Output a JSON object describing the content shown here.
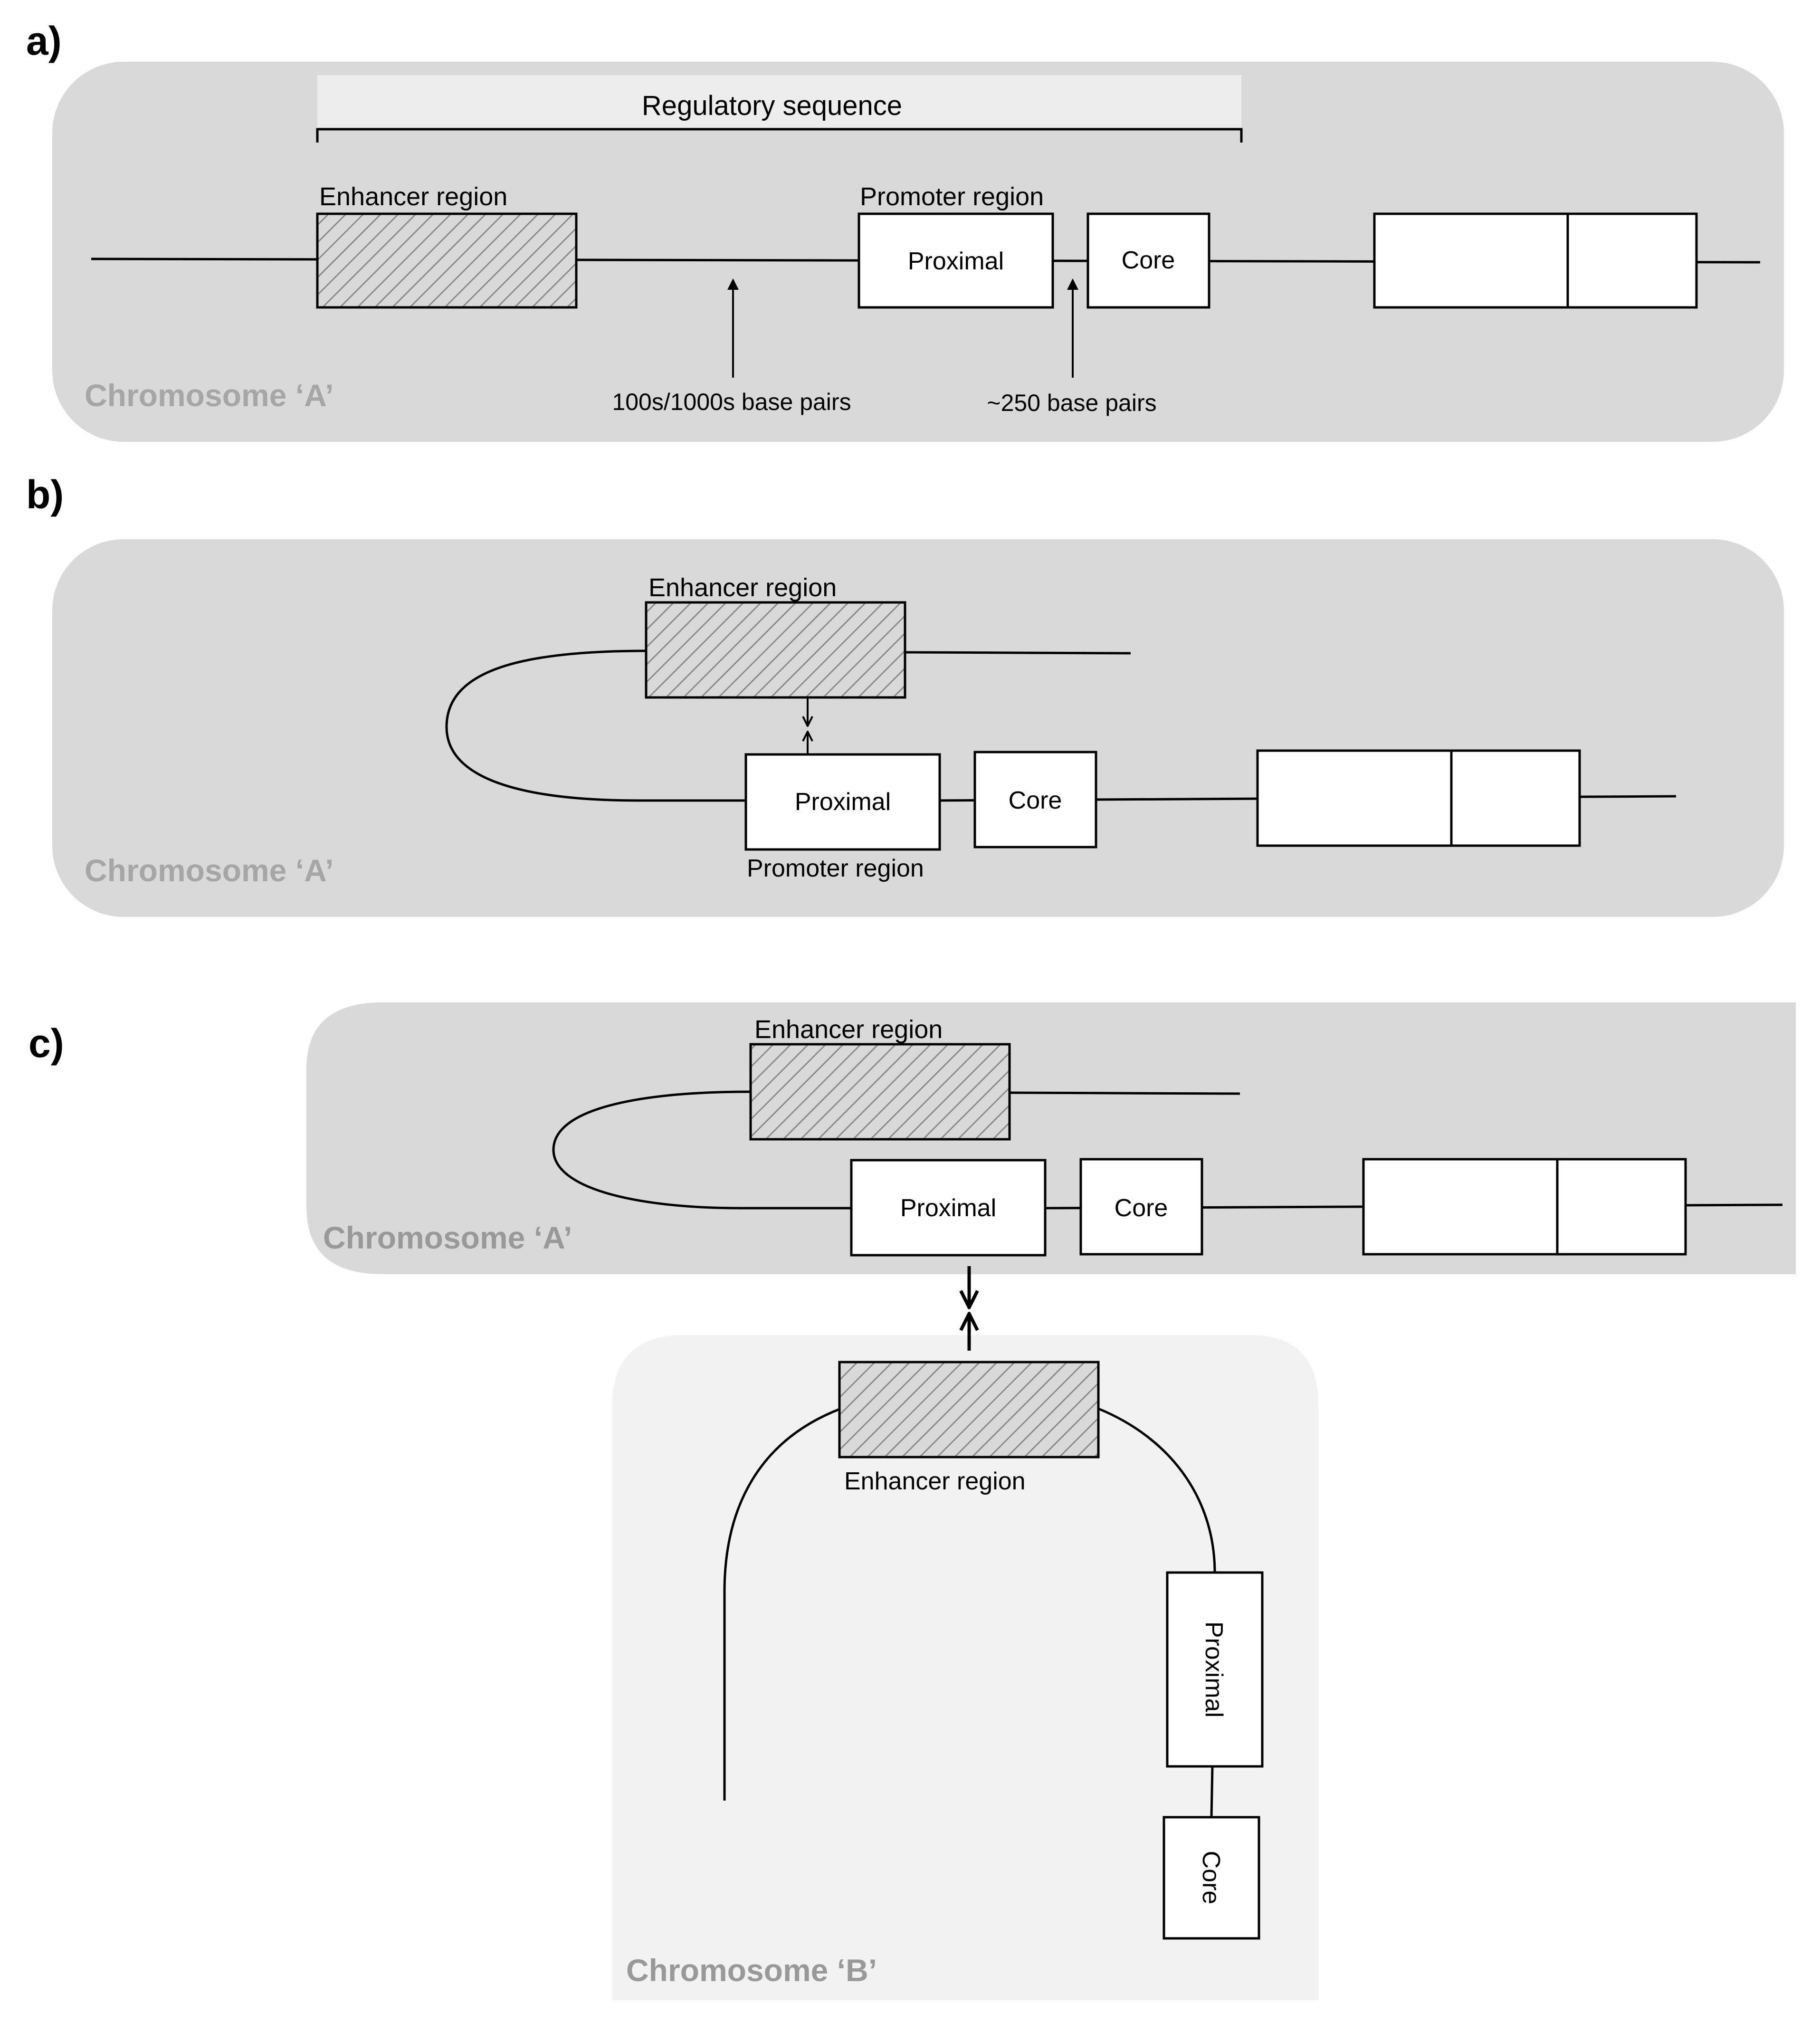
{
  "panel_a": {
    "letter": "a)",
    "regulatory_sequence": "Regulatory sequence",
    "enhancer": "Enhancer region",
    "promoter": "Promoter region",
    "proximal": "Proximal",
    "core": "Core",
    "distance_enhancer": "100s/1000s base pairs",
    "distance_promoter": "~250 base pairs",
    "chromosome": "Chromosome ‘A’"
  },
  "panel_b": {
    "letter": "b)",
    "enhancer": "Enhancer region",
    "promoter": "Promoter region",
    "proximal": "Proximal",
    "core": "Core",
    "chromosome": "Chromosome ‘A’"
  },
  "panel_c": {
    "letter": "c)",
    "enhancer_a": "Enhancer region",
    "proximal_a": "Proximal",
    "core_a": "Core",
    "chromosome_a": "Chromosome ‘A’",
    "enhancer_b": "Enhancer region",
    "proximal_b": "Proximal",
    "core_b": "Core",
    "chromosome_b": "Chromosome ‘B’"
  },
  "colors": {
    "panel_bg": "#d9d9d9",
    "panel_b_bg": "#f2f2f2",
    "chromosome_text": "#a6a6a6",
    "regulatory_bar": "#ededed",
    "hatch_fill": "#d9d9d9",
    "line": "#000000"
  }
}
